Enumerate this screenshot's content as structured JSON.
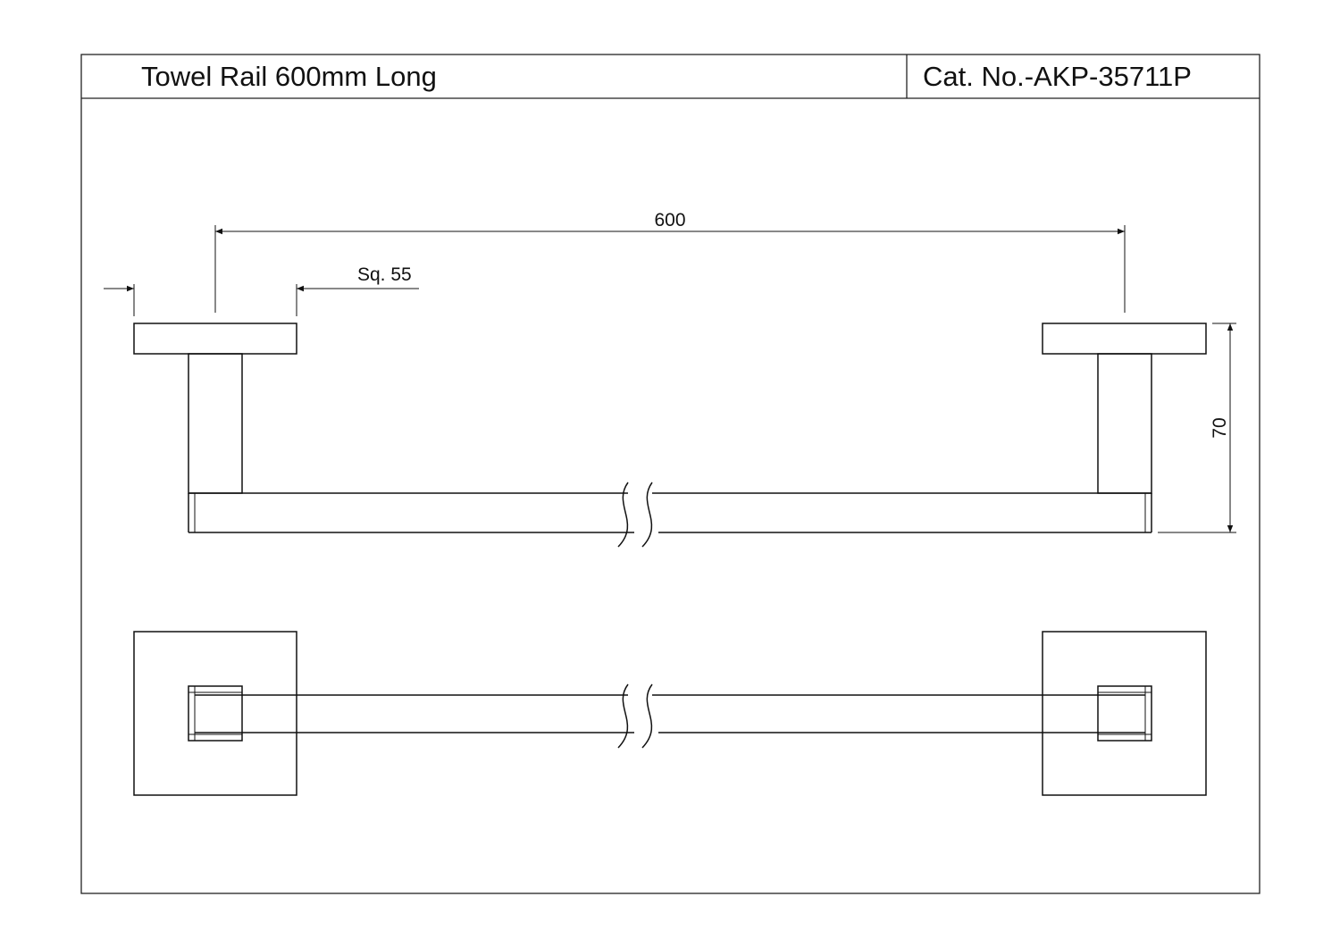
{
  "title_block": {
    "product_title": "Towel Rail 600mm Long",
    "catalog_number": "Cat. No.-AKP-35711P"
  },
  "dimensions": {
    "overall_length": "600",
    "base_square": "Sq. 55",
    "projection": "70"
  },
  "colors": {
    "line": "#111111",
    "background": "#ffffff"
  }
}
